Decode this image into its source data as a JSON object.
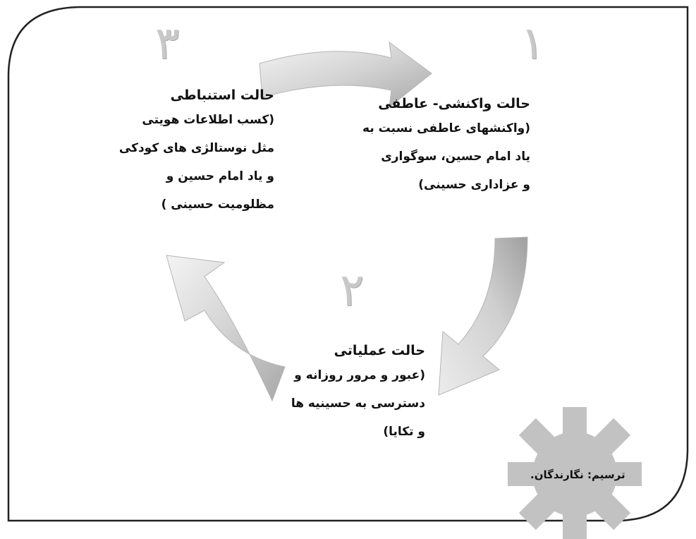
{
  "stages": [
    {
      "number": "۱",
      "title": "حالت واکنشی- عاطفی",
      "lines": [
        "(واکنشهای عاطفی نسبت به",
        "یاد امام حسین، سوگواری",
        "و عزاداری حسینی)"
      ]
    },
    {
      "number": "۲",
      "title": "حالت عملیاتی",
      "lines": [
        "(عبور و مرور روزانه و",
        "دسترسی به حسینیه ها",
        "و تکایا)"
      ]
    },
    {
      "number": "۳",
      "title": "حالت استنباطی",
      "lines": [
        "(کسب اطلاعات هویتی",
        "مثل نوستالژی های کودکی",
        "و یاد امام حسین و",
        "مظلومیت حسینی )"
      ]
    }
  ],
  "credit": "ترسیم: نگارندگان."
}
